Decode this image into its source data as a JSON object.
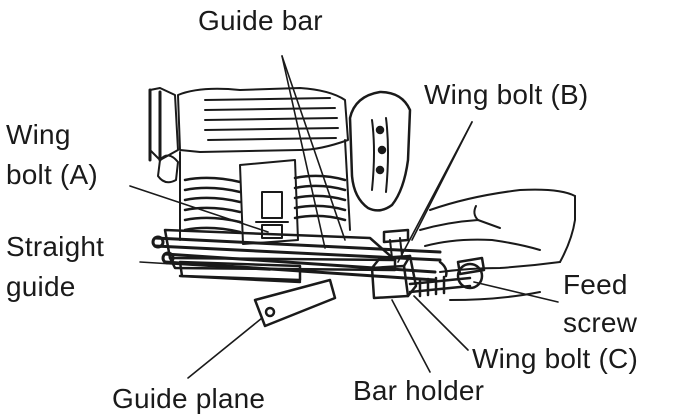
{
  "labels": {
    "guide_bar": "Guide bar",
    "wing_bolt_b": "Wing bolt (B)",
    "wing_bolt_a_line1": "Wing",
    "wing_bolt_a_line2": "bolt (A)",
    "straight_guide_line1": "Straight",
    "straight_guide_line2": "guide",
    "feed_screw_line1": "Feed",
    "feed_screw_line2": "screw",
    "wing_bolt_c": "Wing bolt (C)",
    "guide_plane": "Guide plane",
    "bar_holder": "Bar holder"
  },
  "colors": {
    "ink": "#1a1a1a",
    "background": "#ffffff"
  }
}
